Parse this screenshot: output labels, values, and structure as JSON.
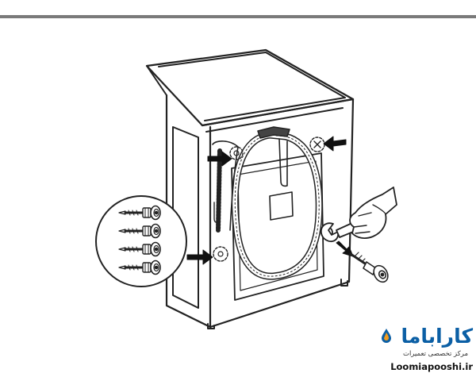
{
  "figure": {
    "kind": "washing-machine rear: removing transit bolts",
    "stroke_color": "#222222",
    "rule_color": "#7a7a7a",
    "arrow_color": "#111111",
    "bolt_count_in_inset": 4,
    "arrows": [
      "top-left",
      "top-right",
      "bottom-left"
    ],
    "icons": [
      "spanner-icon",
      "hand-icon",
      "transit-bolt-icon",
      "drain-hose-icon"
    ]
  },
  "watermark": {
    "brand": "کاراباما",
    "tagline": "مرکز تخصصی تعمیرات",
    "site": "Loomiapooshi.ir",
    "brand_color": "#0b5fa5",
    "accent_color": "#f29b1d"
  }
}
